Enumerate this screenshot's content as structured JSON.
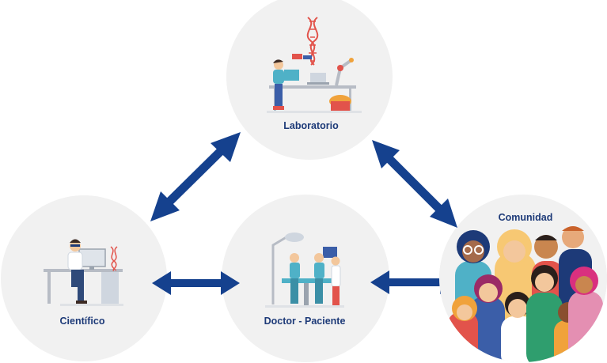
{
  "diagram": {
    "nodes": [
      {
        "id": "laboratorio",
        "label": "Laboratorio",
        "icon": "laboratory-scene-icon"
      },
      {
        "id": "cientifico",
        "label": "Científico",
        "icon": "scientist-desk-icon"
      },
      {
        "id": "doctor",
        "label": "Doctor - Paciente",
        "icon": "operating-room-icon"
      },
      {
        "id": "comunidad",
        "label": "Comunidad",
        "icon": "community-crowd-icon"
      }
    ],
    "connections": [
      {
        "from": "laboratorio",
        "to": "cientifico",
        "direction": "both"
      },
      {
        "from": "laboratorio",
        "to": "comunidad",
        "direction": "both"
      },
      {
        "from": "cientifico",
        "to": "doctor",
        "direction": "both"
      },
      {
        "from": "doctor",
        "to": "comunidad",
        "direction": "both"
      }
    ],
    "colors": {
      "circle": "#f1f1f1",
      "arrow": "#15418e",
      "label": "#1d3a78",
      "accent_red": "#e2534b",
      "accent_teal": "#4fb1c7"
    }
  }
}
